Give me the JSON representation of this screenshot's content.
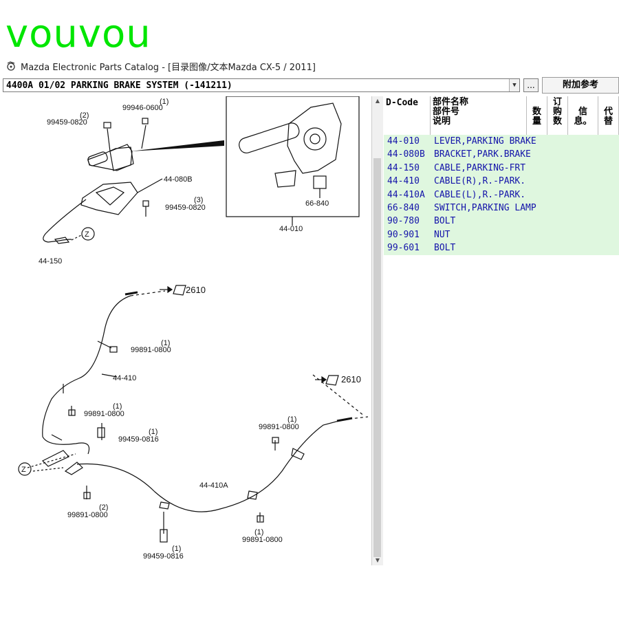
{
  "watermark": "vouvou",
  "window": {
    "title": "Mazda Electronic Parts Catalog - [目录图像/文本Mazda CX-5 / 2011]"
  },
  "toolbar": {
    "section_select": "4400A 01/02 PARKING BRAKE SYSTEM (-141211)",
    "browse_label": "...",
    "ref_button_label": "附加参考"
  },
  "diagram": {
    "part_labels": {
      "p44_010": "44-010",
      "p44_080b": "44-080B",
      "p44_150": "44-150",
      "p44_410": "44-410",
      "p44_410a": "44-410A",
      "p66_840": "66-840",
      "b99459_0820_a": "99459-0820",
      "b99459_0820_b": "99459-0820",
      "b99946_0600": "99946-0600",
      "b99891_0800_a": "99891-0800",
      "b99891_0800_b": "99891-0800",
      "b99891_0800_c": "99891-0800",
      "b99891_0800_d": "99891-0800",
      "b99891_0800_e": "99891-0800",
      "b99459_0816_a": "99459-0816",
      "b99459_0816_b": "99459-0816"
    },
    "qty_labels": {
      "q99459_0820_a": "(2)",
      "q99946_0600": "(1)",
      "q99459_0820_b": "(3)",
      "q99891_a": "(1)",
      "q99891_b": "(1)",
      "q99459_0816_a": "(1)",
      "q99891_c": "(1)",
      "q99891_d": "(2)",
      "q99891_e": "(1)",
      "q99459_0816_b": "(1)"
    },
    "refs": {
      "ref_a": "2610",
      "ref_b": "2610",
      "z_a": "Z",
      "z_b": "Z"
    }
  },
  "table": {
    "headers": {
      "dcode": "D-Code",
      "name_line1": "部件名称",
      "name_line2": "部件号",
      "name_line3": "说明",
      "qty": "数量",
      "order": "订购数",
      "info": "信息。",
      "alt": "代替"
    },
    "rows": [
      {
        "code": "44-010",
        "name": "LEVER,PARKING BRAKE"
      },
      {
        "code": "44-080B",
        "name": "BRACKET,PARK.BRAKE"
      },
      {
        "code": "44-150",
        "name": "CABLE,PARKING-FRT"
      },
      {
        "code": "44-410",
        "name": "CABLE(R),R.-PARK."
      },
      {
        "code": "44-410A",
        "name": "CABLE(L),R.-PARK."
      },
      {
        "code": "66-840",
        "name": "SWITCH,PARKING LAMP"
      },
      {
        "code": "90-780",
        "name": "BOLT"
      },
      {
        "code": "90-901",
        "name": "NUT"
      },
      {
        "code": "99-601",
        "name": "BOLT"
      }
    ]
  }
}
